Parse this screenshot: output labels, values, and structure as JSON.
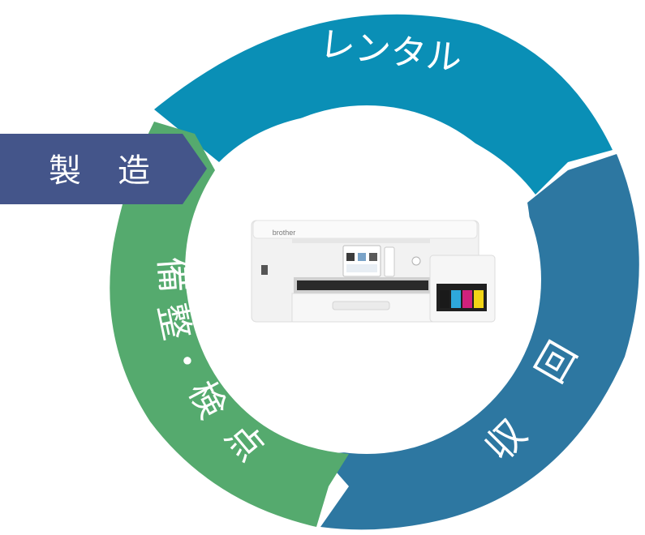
{
  "cycle": {
    "stages": [
      {
        "id": "rental",
        "label": "レンタル",
        "color": "#0a8fb6"
      },
      {
        "id": "return",
        "label": "回収",
        "chars": [
          "回",
          "収"
        ],
        "color": "#2d77a1"
      },
      {
        "id": "inspect",
        "label": "点検・整備",
        "chars": [
          "点",
          "検",
          "・",
          "整",
          "備"
        ],
        "color": "#55aa6e"
      }
    ],
    "tag": {
      "label": "製造",
      "chars": [
        "製",
        "造"
      ],
      "color": "#44558a"
    }
  },
  "printer": {
    "brand": "brother",
    "ink_colors": [
      "#1a1a1a",
      "#2ea8dc",
      "#d0217c",
      "#f2d416"
    ]
  }
}
